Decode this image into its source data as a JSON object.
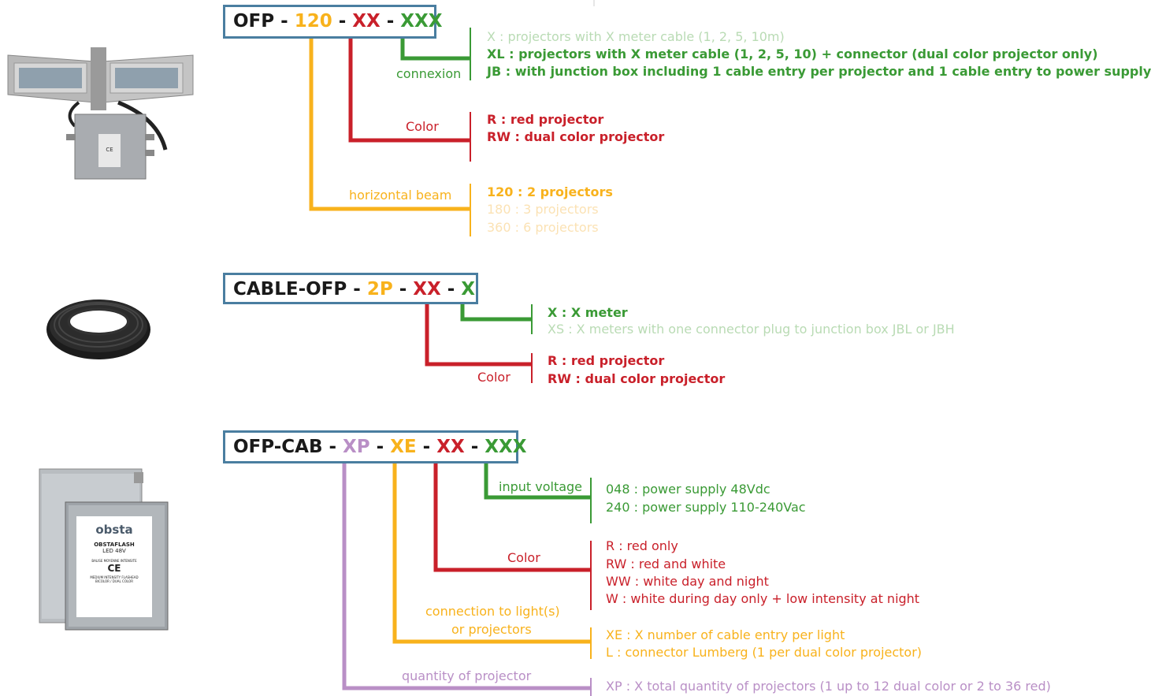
{
  "colors": {
    "box_border": "#4a7ea0",
    "black": "#1a1a1a",
    "yellow": "#f8b21c",
    "red": "#c9202a",
    "green": "#3a9a35",
    "purple": "#b98fc6",
    "light_green": "#b9dbb4",
    "light_yellow": "#fbdda3"
  },
  "ofp": {
    "code": {
      "prefix": "OFP",
      "sep": " - ",
      "part1": "120",
      "part2": "XX",
      "part3": "XXX"
    },
    "connexion": {
      "label": "connexion",
      "options": [
        "X : projectors with X meter cable (1, 2, 5, 10m)",
        "XL : projectors with X meter cable (1, 2, 5, 10) + connector (dual color projector only)",
        "JB : with junction box including 1 cable entry per projector and 1 cable entry to power supply"
      ]
    },
    "color": {
      "label": "Color",
      "options": [
        "R : red projector",
        "RW : dual color projector"
      ]
    },
    "beam": {
      "label": "horizontal beam",
      "options": [
        "120 : 2 projectors",
        "180 : 3 projectors",
        "360 : 6 projectors"
      ]
    }
  },
  "cable": {
    "code": {
      "prefix": "CABLE-OFP",
      "sep": " - ",
      "part1": "2P",
      "part2": "XX",
      "part3": "X"
    },
    "length": {
      "options": [
        "X : X meter",
        "XS : X meters with one connector plug to junction box JBL or JBH"
      ]
    },
    "color": {
      "label": "Color",
      "options": [
        "R : red projector",
        "RW : dual color projector"
      ]
    }
  },
  "cab": {
    "code": {
      "prefix": "OFP-CAB",
      "sep": " - ",
      "part1": "XP",
      "part2": "XE",
      "part3": "XX",
      "part4": "XXX"
    },
    "voltage": {
      "label": "input voltage",
      "options": [
        "048 : power supply 48Vdc",
        "240 : power supply 110-240Vac"
      ]
    },
    "color": {
      "label": "Color",
      "options": [
        "R : red only",
        "RW : red and white",
        "WW : white day and night",
        "W : white during day only + low intensity at night"
      ]
    },
    "connection": {
      "label_line1": "connection to light(s)",
      "label_line2": "or projectors",
      "options": [
        "XE : X number of cable entry per light",
        "L : connector Lumberg (1 per dual color projector)"
      ]
    },
    "quantity": {
      "label": "quantity of projector",
      "options": [
        "XP : X total quantity of projectors (1 up to 12 dual color or 2 to 36 red)"
      ]
    }
  },
  "cabinet_label": {
    "brand": "obsta",
    "model": "OBSTAFLASH",
    "voltage": "LED 48V",
    "line1": "BALISE MOYENNE INTENSITE",
    "ce": "CE",
    "line2": "MEDIUM INTENSITY FLASHEAD",
    "line3": "BICOLOR / DUAL COLOR"
  }
}
